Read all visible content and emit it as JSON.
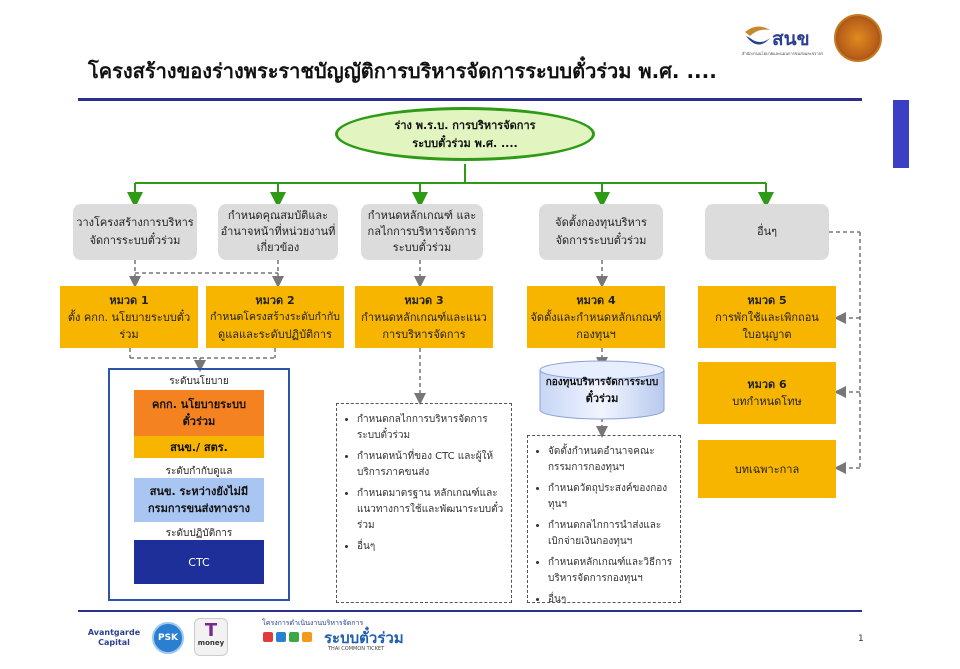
{
  "title": "โครงสร้างของร่างพระราชบัญญัติการบริหารจัดการระบบตั๋วร่วม พ.ศ. ....",
  "header_logos": {
    "snk_text": "สนข",
    "snk_subtitle": "สำนักงานนโยบายและแผนการขนส่งและจราจร"
  },
  "root": {
    "line1": "ร่าง พ.ร.บ. การบริหารจัดการ",
    "line2": "ระบบตั๋วร่วม พ.ศ. ...."
  },
  "topics": [
    {
      "line1": "วางโครงสร้างการบริหาร",
      "line2": "จัดการระบบตั๋วร่วม",
      "line3": ""
    },
    {
      "line1": "กำหนดคุณสมบัติและ",
      "line2": "อำนาจหน้าที่หน่วยงานที่",
      "line3": "เกี่ยวข้อง"
    },
    {
      "line1": "กำหนดหลักเกณฑ์ และ",
      "line2": "กลไกการบริหารจัดการ",
      "line3": "ระบบตั๋วร่วม"
    },
    {
      "line1": "จัดตั้งกองทุนบริหาร",
      "line2": "จัดการระบบตั๋วร่วม",
      "line3": ""
    },
    {
      "line1": "อื่นๆ",
      "line2": "",
      "line3": ""
    }
  ],
  "chapters": [
    {
      "head": "หมวด 1",
      "line1": "ตั้ง คกก. นโยบายระบบตั๋ว",
      "line2": "ร่วม"
    },
    {
      "head": "หมวด 2",
      "line1": "กำหนดโครงสร้างระดับกำกับ",
      "line2": "ดูแลและระดับปฏิบัติการ"
    },
    {
      "head": "หมวด 3",
      "line1": "กำหนดหลักเกณฑ์และแนว",
      "line2": "การบริหารจัดการ"
    },
    {
      "head": "หมวด 4",
      "line1": "จัดตั้งและกำหนดหลักเกณฑ์",
      "line2": "กองทุนฯ"
    },
    {
      "head": "หมวด 5",
      "line1": "การพักใช้และเพิกถอน",
      "line2": "ใบอนุญาต"
    },
    {
      "head": "หมวด 6",
      "line1": "บทกำหนดโทษ",
      "line2": ""
    },
    {
      "head": "",
      "line1": "บทเฉพาะกาล",
      "line2": ""
    }
  ],
  "policy_panel": {
    "label_policy": "ระดับนโยบาย",
    "committee_line1": "คกก. นโยบายระบบ",
    "committee_line2": "ตั๋วร่วม",
    "secretariat": "สนข./ สตร.",
    "label_supervise": "ระดับกำกับดูแล",
    "supervise_line1": "สนข. ระหว่างยังไม่มี",
    "supervise_line2": "กรมการขนส่งทางราง",
    "label_operation": "ระดับปฏิบัติการ",
    "operation": "CTC",
    "colors": {
      "committee": "#f58220",
      "secretariat": "#f7b500",
      "supervise": "#a9c5f2",
      "operation": "#1f2f9a"
    }
  },
  "chapter3_list": [
    "กำหนดกลไกการบริหารจัดการระบบตั๋วร่วม",
    "กำหนดหน้าที่ของ CTC และผู้ให้บริการภาคขนส่ง",
    "กำหนดมาตรฐาน หลักเกณฑ์และแนวทางการใช้และพัฒนาระบบตั๋วร่วม",
    "อื่นๆ"
  ],
  "fund_cylinder": {
    "line1": "กองทุนบริหารจัดการระบบ",
    "line2": "ตั๋วร่วม"
  },
  "chapter4_list": [
    "จัดตั้งกำหนดอำนาจคณะกรรมการกองทุนฯ",
    "กำหนดวัตถุประสงค์ของกองทุนฯ",
    "กำหนดกลไกการนำส่งและเบิกจ่ายเงินกองทุนฯ",
    "กำหนดหลักเกณฑ์และวิธีการบริหารจัดการกองทุนฯ",
    "อื่นๆ"
  ],
  "footer": {
    "logo1": "Avantgarde Capital",
    "logo2": "PSK",
    "logo3_big": "T",
    "logo3_small": "money",
    "project_line1": "โครงการดำเนินงานบริหารจัดการ",
    "project_line2": "ระบบตั๋วร่วม",
    "project_line3": "THAI COMMON TICKET",
    "page_number": "1"
  },
  "colors": {
    "accent": "#2b2f8f",
    "green": "#2f9a16",
    "orange": "#f7b500",
    "grey": "#dcdcdc"
  }
}
